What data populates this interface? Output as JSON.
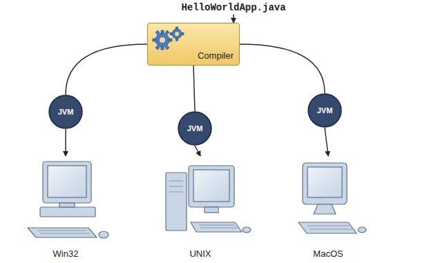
{
  "diagram": {
    "nodes": [
      {
        "text": [
          "Compiler"
        ]
      },
      {
        "text": [
          "JVM"
        ]
      },
      {
        "text": [
          "JVM"
        ]
      },
      {
        "text": [
          "JVM"
        ]
      },
      {
        "text": [
          "Win32"
        ]
      },
      {
        "text": [
          "UNIX"
        ]
      },
      {
        "text": [
          "MacOS"
        ]
      }
    ],
    "edges": [
      {
        "from": 0,
        "to": 1,
        "arrow": "none"
      },
      {
        "from": 0,
        "to": 2,
        "arrow": "none"
      },
      {
        "from": 0,
        "to": 3,
        "arrow": "none"
      },
      {
        "from": 1,
        "to": 4,
        "arrow": "to"
      },
      {
        "from": 2,
        "to": 5,
        "arrow": "to"
      },
      {
        "from": 3,
        "to": 6,
        "arrow": "to"
      }
    ],
    "labels": [
      "HelloWorldApp.java"
    ]
  }
}
